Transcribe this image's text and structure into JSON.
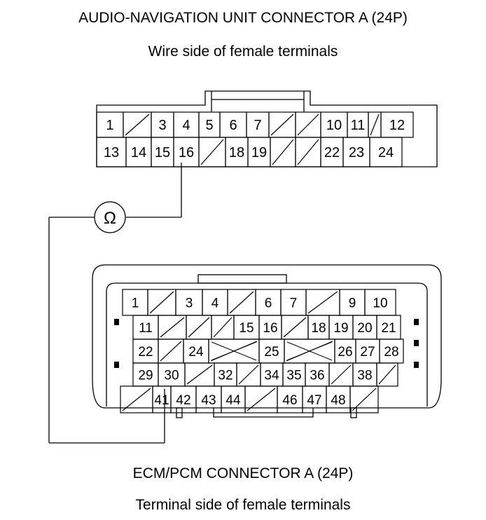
{
  "top_connector": {
    "title": "AUDIO-NAVIGATION UNIT CONNECTOR A (24P)",
    "subtitle": "Wire side of female terminals",
    "row1": [
      "1",
      "",
      "3",
      "4",
      "5",
      "6",
      "7",
      "",
      "",
      "10",
      "11",
      "",
      "12"
    ],
    "row2": [
      "13",
      "14",
      "15",
      "16",
      "",
      "18",
      "19",
      "",
      "",
      "22",
      "23",
      "24"
    ]
  },
  "bottom_connector": {
    "title": "ECM/PCM CONNECTOR A (24P)",
    "subtitle": "Terminal side of female terminals",
    "row1": [
      "1",
      "",
      "3",
      "4",
      "",
      "6",
      "7",
      "",
      "9",
      "10"
    ],
    "row2": [
      "11",
      "",
      "",
      "",
      "15",
      "16",
      "",
      "18",
      "19",
      "20",
      "21"
    ],
    "row3": [
      "22",
      "",
      "24",
      "",
      "25",
      "",
      "26",
      "27",
      "28"
    ],
    "row4": [
      "29",
      "30",
      "",
      "32",
      "",
      "34",
      "35",
      "36",
      "",
      "38",
      ""
    ],
    "row5": [
      "",
      "41",
      "42",
      "43",
      "44",
      "",
      "46",
      "47",
      "48",
      ""
    ]
  },
  "meter": {
    "symbol": "Ω",
    "icon": "ohmmeter-icon"
  },
  "colors": {
    "line": "#000000",
    "background": "#ffffff"
  }
}
